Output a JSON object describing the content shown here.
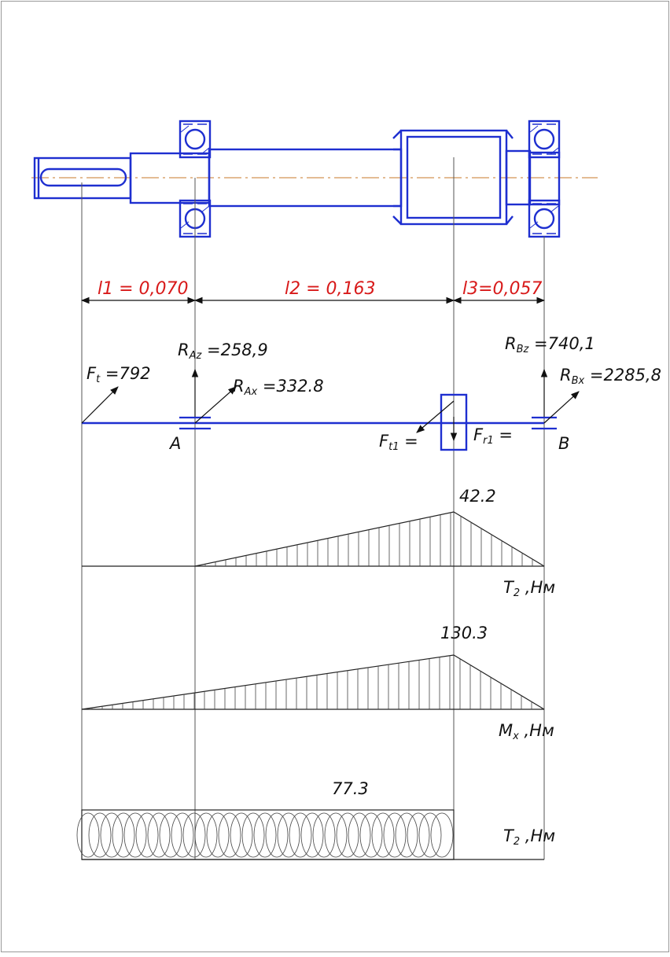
{
  "dimensions": {
    "l1": "l1 = 0,070",
    "l2": "l2 = 0,163",
    "l3": "l3=0,057"
  },
  "forces": {
    "ft": {
      "main": "F",
      "sub": "t",
      "value": " =792"
    },
    "raz": {
      "main": "R",
      "sub": "Az",
      "value": " =258,9"
    },
    "rax": {
      "main": "R",
      "sub": "Ax",
      "value": " =332.8"
    },
    "rbz": {
      "main": "R",
      "sub": "Bz",
      "value": " =740,1"
    },
    "rbx": {
      "main": "R",
      "sub": "Bx",
      "value": " =2285,8"
    },
    "ft1": {
      "main": "F",
      "sub": "t1",
      "value": " ="
    },
    "fr1": {
      "main": "F",
      "sub": "r1",
      "value": " ="
    }
  },
  "supports": {
    "a": "A",
    "b": "B"
  },
  "diagrams": {
    "d1": {
      "peak": "42.2",
      "main": "T",
      "sub": "2",
      "unit": " ,Нм"
    },
    "d2": {
      "peak": "130.3",
      "main": "M",
      "sub": "x",
      "unit": " ,Нм"
    },
    "d3": {
      "value": "77.3",
      "main": "T",
      "sub": "2",
      "unit": " ,Нм"
    }
  },
  "colors": {
    "drawing": "#1e2fd0",
    "dimension_text": "#d81a1a",
    "center_line": "#c87a2a",
    "lines": "#222222"
  }
}
